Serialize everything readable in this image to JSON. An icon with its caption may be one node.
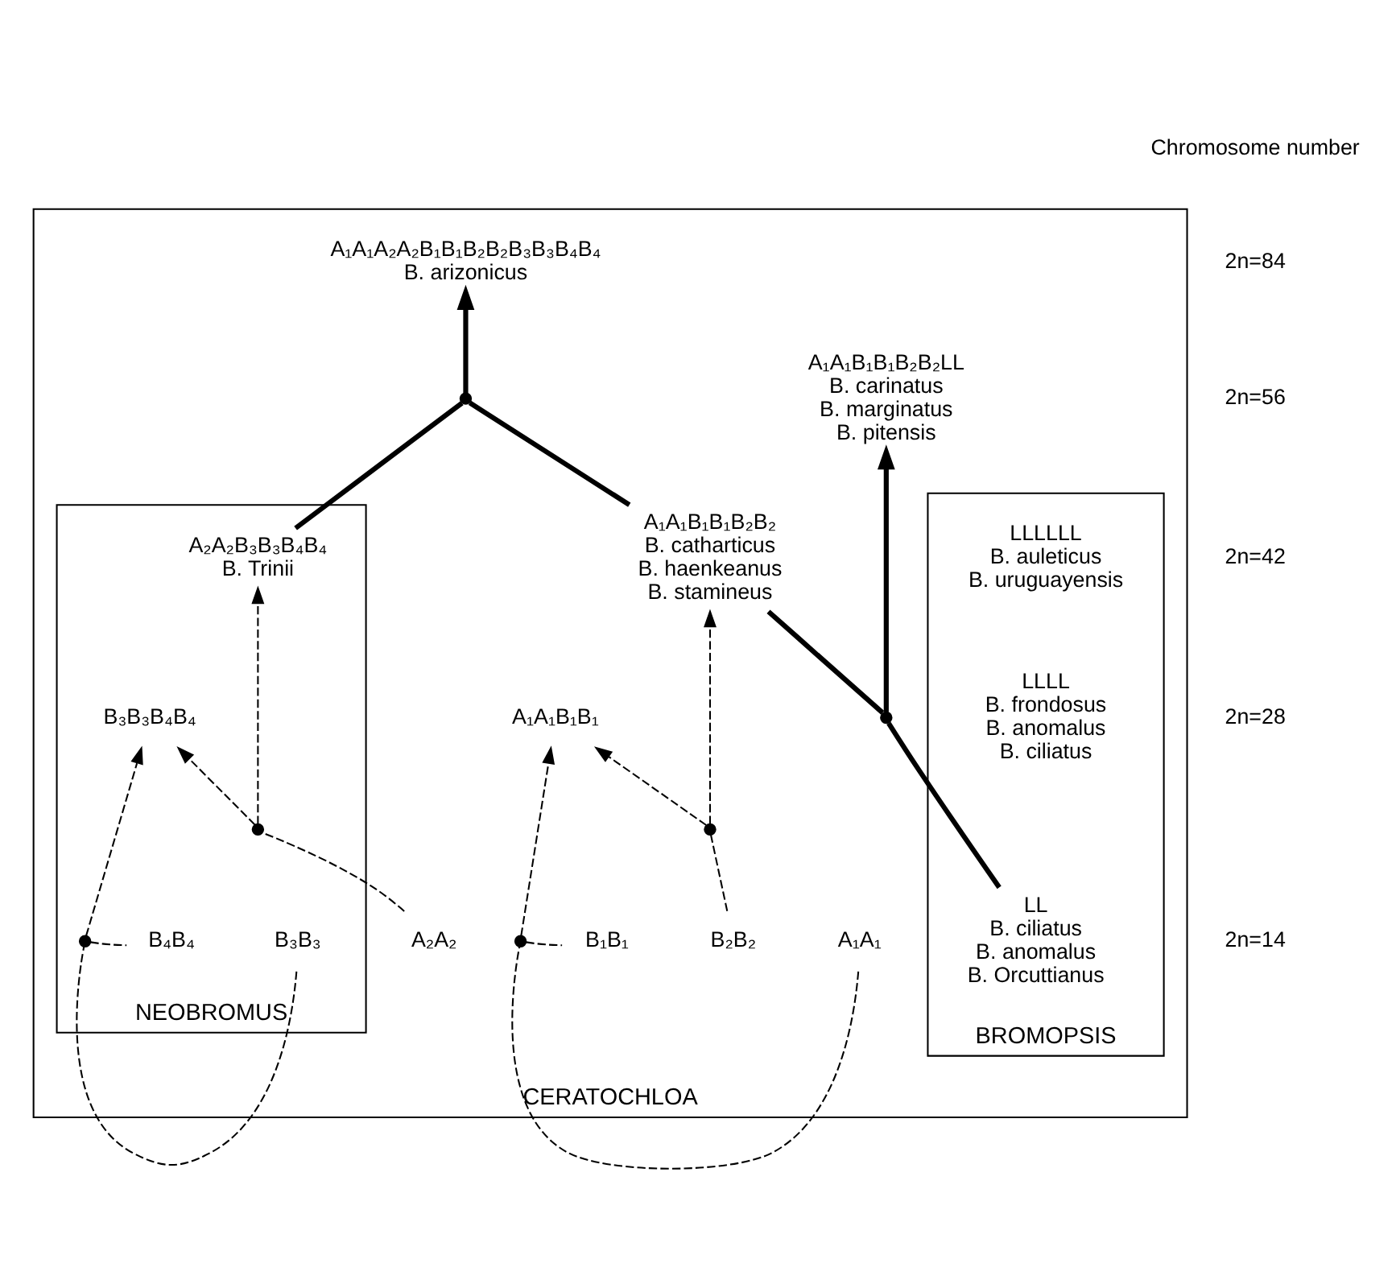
{
  "diagram": {
    "nodes": [
      {
        "text": [
          "CERATOCHLOA"
        ]
      },
      {
        "text": [
          "BROMOPSIS"
        ],
        "in": 0
      },
      {
        "text": [
          "NEOBROMUS"
        ],
        "in": 0
      },
      {
        "text": [
          "A₁A₁B₁B₁B₂B₂LL",
          "B. carinatus",
          "B. marginatus",
          "B. pitensis"
        ],
        "in": 0
      },
      {
        "text": [
          "A₁A₁A₂A₂B₁B₁B₂B₂B₃B₃B₄B₄",
          "B. arizonicus"
        ],
        "in": 0
      },
      {
        "text": [
          "LLLLLL",
          "B. auleticus",
          "B. uruguayensis"
        ],
        "in": 1
      },
      {
        "text": [
          "LLLL",
          "B. frondosus",
          "B. anomalus",
          "B. ciliatus"
        ],
        "in": 1
      },
      {
        "text": [
          "LL",
          "B. ciliatus",
          "B. anomalus",
          "B. Orcuttianus"
        ],
        "in": 1
      },
      {
        "text": [
          "A₁A₁B₁B₁B₂B₂",
          "B. catharticus",
          "B. haenkeanus",
          "B. stamineus"
        ],
        "in": 0
      },
      {
        "text": [
          "A₂A₂B₃B₃B₄B₄",
          "B. Trinii"
        ],
        "in": 2
      },
      {
        "text": [
          "A₁A₁B₁B₁"
        ],
        "in": 0
      },
      {
        "text": [
          "A₁A₁"
        ],
        "in": 0
      },
      {
        "text": [
          "B₁B₁"
        ],
        "in": 0
      },
      {
        "text": [
          "B₂B₂"
        ],
        "in": 0
      },
      {
        "text": [
          "A₂A₂"
        ],
        "in": 0
      },
      {
        "text": [
          "B₃B₃B₄B₄"
        ],
        "in": 2
      },
      {
        "text": [
          "B₃B₃"
        ],
        "in": 2
      },
      {
        "text": [
          "B₄B₄"
        ],
        "in": 2
      },
      {
        "text": [],
        "shape": "cross",
        "in": 0
      },
      {
        "text": [],
        "shape": "cross",
        "in": 0
      },
      {
        "text": [],
        "shape": "cross",
        "in": 0
      },
      {
        "text": [],
        "shape": "cross",
        "in": 0
      },
      {
        "text": [],
        "shape": "cross",
        "in": 2
      },
      {
        "text": [],
        "shape": "cross",
        "in": 2
      }
    ],
    "edges": [
      {
        "from": 7,
        "to": 18,
        "arrow": "none",
        "style": "thick"
      },
      {
        "from": 18,
        "to": 8,
        "arrow": "none",
        "style": "thick"
      },
      {
        "from": 18,
        "to": 3,
        "arrow": "to",
        "style": "thick"
      },
      {
        "from": 8,
        "to": 19,
        "arrow": "none",
        "style": "thick"
      },
      {
        "from": 19,
        "to": 9,
        "arrow": "none",
        "style": "thick"
      },
      {
        "from": 19,
        "to": 4,
        "arrow": "to",
        "style": "thick"
      },
      {
        "from": 11,
        "to": 20,
        "arrow": "none",
        "style": "dashed"
      },
      {
        "from": 20,
        "to": 12,
        "arrow": "none",
        "style": "dashed"
      },
      {
        "from": 20,
        "to": 10,
        "arrow": "to",
        "style": "dashed"
      },
      {
        "from": 13,
        "to": 21,
        "arrow": "none",
        "style": "dashed"
      },
      {
        "from": 21,
        "to": 10,
        "arrow": "to",
        "style": "dashed"
      },
      {
        "from": 21,
        "to": 8,
        "arrow": "to",
        "style": "dashed"
      },
      {
        "from": 14,
        "to": 22,
        "arrow": "none",
        "style": "dashed"
      },
      {
        "from": 22,
        "to": 15,
        "arrow": "to",
        "style": "dashed"
      },
      {
        "from": 22,
        "to": 9,
        "arrow": "to",
        "style": "dashed"
      },
      {
        "from": 16,
        "to": 23,
        "arrow": "none",
        "style": "dashed"
      },
      {
        "from": 23,
        "to": 17,
        "arrow": "none",
        "style": "dashed"
      },
      {
        "from": 23,
        "to": 15,
        "arrow": "to",
        "style": "dashed"
      }
    ],
    "labels": [
      "Chromosome number",
      "2n=84",
      "2n=56",
      "2n=42",
      "2n=28",
      "2n=14"
    ]
  }
}
